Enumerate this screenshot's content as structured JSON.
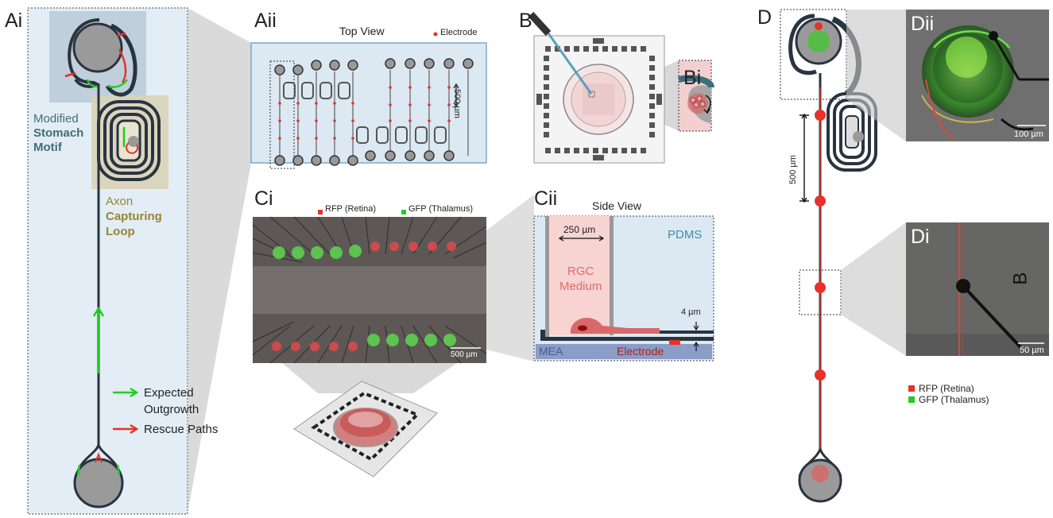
{
  "panels": {
    "ai": "Ai",
    "aii": "Aii",
    "b": "B",
    "bi": "Bi",
    "ci": "Ci",
    "cii": "Cii",
    "d": "D",
    "di": "Di",
    "dii": "Dii"
  },
  "ai": {
    "modified": "Modified",
    "stomach": "Stomach",
    "motif": "Motif",
    "axon": "Axon",
    "capturing": "Capturing",
    "loop": "Loop",
    "legend_expected_1": "Expected",
    "legend_expected_2": "Outgrowth",
    "legend_rescue": "Rescue Paths"
  },
  "aii": {
    "top_view": "Top View",
    "electrode": "Electrode",
    "scale": "500 µm"
  },
  "ci": {
    "rfp": "RFP (Retina)",
    "gfp": "GFP (Thalamus)",
    "scale": "500 µm"
  },
  "cii": {
    "side_view": "Side View",
    "width": "250 µm",
    "pdms": "PDMS",
    "rgc": "RGC",
    "medium": "Medium",
    "gap": "4 µm",
    "mea": "MEA",
    "electrode": "Electrode"
  },
  "d": {
    "scale_500": "500 µm",
    "scale_100": "100 µm",
    "scale_50": "50 µm",
    "b_mark": "B",
    "rfp": "RFP (Retina)",
    "gfp": "GFP (Thalamus)"
  },
  "colors": {
    "red": "#e8312a",
    "green": "#22cc22",
    "teal": "#3d8fa3",
    "olive": "#9a8530",
    "light_blue": "#dce8f2",
    "dark_channel": "#2a3340",
    "pink": "#f5c9c6",
    "mea": "#8b9cc6"
  }
}
